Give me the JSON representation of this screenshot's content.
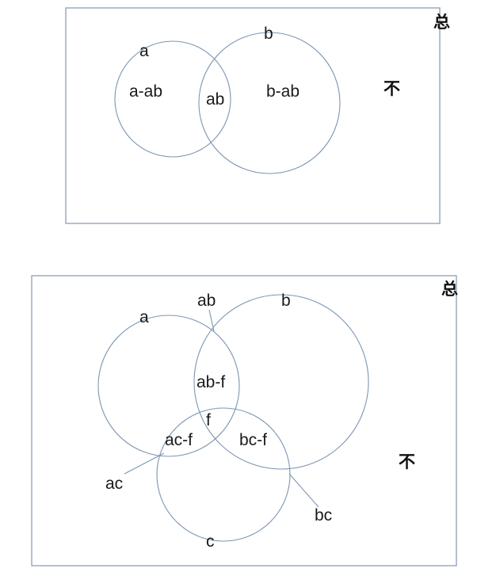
{
  "diagram_1": {
    "labels": {
      "set_a": "a",
      "set_b": "b",
      "a_only": "a-ab",
      "ab_overlap": "ab",
      "b_only": "b-ab",
      "outside": "不",
      "total": "总"
    }
  },
  "diagram_2": {
    "labels": {
      "set_a": "a",
      "set_b": "b",
      "set_c": "c",
      "ab_pointer": "ab",
      "ab_minus_f": "ab-f",
      "f_center": "f",
      "ac_minus_f": "ac-f",
      "bc_minus_f": "bc-f",
      "ac_pointer": "ac",
      "bc_pointer": "bc",
      "outside": "不",
      "total": "总"
    }
  }
}
